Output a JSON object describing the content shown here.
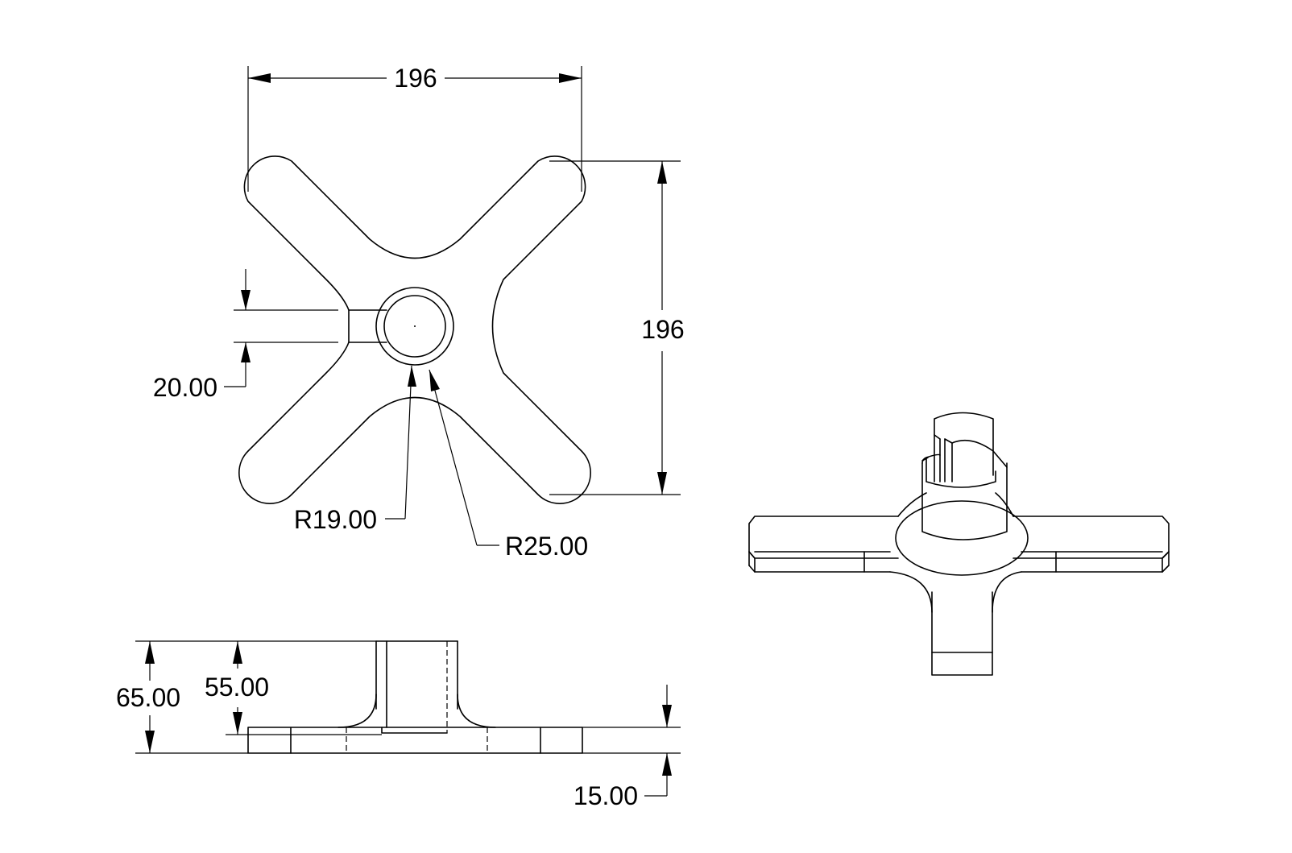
{
  "dimensions": {
    "top_width": "196",
    "top_height": "196",
    "slot_width": "20.00",
    "inner_radius": "R19.00",
    "outer_radius": "R25.00",
    "total_height": "65.00",
    "bore_depth": "55.00",
    "base_thickness": "15.00"
  },
  "colors": {
    "ink": "#000000",
    "background": "#ffffff"
  }
}
